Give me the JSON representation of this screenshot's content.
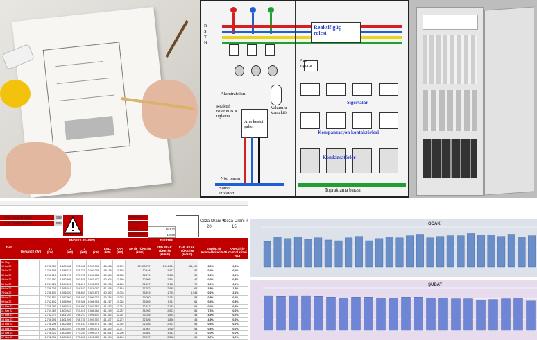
{
  "schematic": {
    "labels": {
      "reaktif_role": "Reaktif güç\nrolesi",
      "akim_trafolari": "Akımtrafoları",
      "reaktif_rolenin": "Reaktif\nrölenin B.K\nuglama",
      "vakumlu_kontaktor": "Vakumlu\nkontaktör",
      "ana_kesici": "Ana kesici\nşalter",
      "ana_sigorta": "Ana\nsigorta",
      "sigortalar": "Sigortalar",
      "kompanzasyon_kontaktorleri": "Kompanzasyon kontaktörleri",
      "kondansatorler": "Kondansatörler",
      "nm_barasi": "Nöu barası",
      "toprak_barasi": "Topraklama barası",
      "izolator": "Somet\nizolatoru",
      "phase_r": "R",
      "phase_s": "S",
      "phase_t": "T",
      "phase_n": "N"
    },
    "phase_colors": [
      "#d42020",
      "#1f5fd6",
      "#20a030"
    ]
  },
  "sheet": {
    "indukt_label": "Aylık Endüktif Oranı",
    "indukt_value": "3,8%",
    "kapas_label": "Aylık Kapasitif Oranı",
    "kapas_value": "0,8%",
    "abone_no": "ABONE NO:",
    "sayac_no": "SAYAÇ NO:",
    "donem": "DÖNEM:",
    "donem_value": "Haz 22",
    "hane": "HANE ÇARPANI",
    "hane_value": "10350",
    "ceza_label": "Ceza Oranı %",
    "ceza1": "20",
    "ceza2": "15",
    "endeks_header": "ENDEKS (İŞARET)",
    "tuketim_header": "TÜKETİM",
    "col_tarih": "Tarih",
    "col_demand": "Demand ( kW )",
    "col_t1": "T1\n(kW)",
    "col_t2": "T2\n(kW)",
    "col_t3": "T3\n(kW)",
    "col_t": "T\n(kW)",
    "col_end": "END.\n(kW)",
    "col_kap": "KAP.\n(kW)",
    "col_aktif": "AKTİF TÜKETİM\n(kWh)",
    "col_endr": "END.REAK.\nTÜKETİM\n(kVArh)",
    "col_kapr": "KAP. REAK.\nTÜKETİM\n(kVArh)",
    "col_endk": "ENDÜKTİF\nKontrol kriteri %15",
    "col_kapk": "KAPASİTİF\nKontrol kriteri %15",
    "rows": [
      [
        "31 May",
        "",
        "",
        "",
        "",
        "",
        "",
        ""
      ],
      [
        "1 Haz 22",
        "2.736.787",
        "1.609.482",
        "745.962",
        "3.957.398",
        "166.408",
        "43.574",
        "32.503,757",
        "1.944,684",
        "456,490",
        "3,6%",
        "0,8%"
      ],
      [
        "2 Haz 22",
        "2.738.809",
        "1.589.716",
        "751.271",
        "3.940.036",
        "159.115",
        "43.565",
        "30.448",
        "2.677",
        "52",
        "0,2%",
        "0,2%"
      ],
      [
        "3 Haz 22",
        "2.740.510",
        "1.591.790",
        "757.765",
        "3.944.858",
        "160.364",
        "42.580",
        "36.179",
        "2.635",
        "32",
        "0,3%",
        "0,2%"
      ],
      [
        "4 Haz 22",
        "2.742.192",
        "1.592.955",
        "760.576",
        "3.953.472",
        "160.804",
        "42.560",
        "30.956",
        "2.891",
        "42",
        "0,2%",
        "0,3%"
      ],
      [
        "5 Haz 22",
        "2.744.328",
        "1.594.591",
        "762.617",
        "3.961.595",
        "160.975",
        "42.569",
        "36.597",
        "3.152",
        "72",
        "0,2%",
        "0,2%"
      ],
      [
        "6 Haz 22",
        "2.746.301",
        "1.595.919",
        "764.542",
        "3.974.062",
        "161.496",
        "42.810",
        "37.972",
        "2.945",
        "68",
        "3,8%",
        "1,8%"
      ],
      [
        "7 Haz 22",
        "2.748.500",
        "1.596.320",
        "766.837",
        "3.987.875",
        "160.392",
        "43.034",
        "36.819",
        "1.778",
        "1.545",
        "0,2%",
        "2,1%"
      ],
      [
        "8 Haz 22",
        "2.750.557",
        "1.597.902",
        "768.450",
        "3.999.027",
        "160.784",
        "43.054",
        "39.050",
        "2.132",
        "83",
        "0,5%",
        "0,2%"
      ],
      [
        "9 Haz 22",
        "2.752.802",
        "1.598.904",
        "769.946",
        "4.008.951",
        "161.217",
        "43.254",
        "35.659",
        "1.911",
        "61",
        "0,4%",
        "0,3%"
      ],
      [
        "10 Haz 22",
        "2.755.780",
        "1.599.344",
        "764.930",
        "3.997.587",
        "161.513",
        "42.261",
        "32.617",
        "2.132",
        "65",
        "0,2%",
        "0,4%"
      ],
      [
        "11 Haz 22",
        "2.754.769",
        "1.600.447",
        "767.415",
        "3.988.464",
        "161.249",
        "42.257",
        "34.992",
        "2.623",
        "66",
        "7,6%",
        "0,2%"
      ],
      [
        "12 Haz 22",
        "2.752.770",
        "1.601.263",
        "768.210",
        "3.991.637",
        "161.312",
        "42.257",
        "33.025",
        "1.893",
        "43",
        "4,9%",
        "0,2%"
      ],
      [
        "13 Haz 22",
        "2.758.091",
        "1.601.926",
        "768.745",
        "3.993.957",
        "161.337",
        "42.272",
        "32.526",
        "1.856",
        "45",
        "4,9%",
        "0,2%"
      ],
      [
        "14 Haz 22",
        "2.756.296",
        "1.602.668",
        "769.140",
        "3.988.471",
        "161.166",
        "42.362",
        "31.626",
        "2.524",
        "54",
        "0,4%",
        "0,2%"
      ],
      [
        "15 Haz 22",
        "2.756.853",
        "1.603.397",
        "769.594",
        "3.989.571",
        "161.442",
        "42.371",
        "31.867",
        "1.910",
        "54",
        "0,4%",
        "0,2%"
      ],
      [
        "16 Haz 22",
        "2.761.022",
        "1.603.869",
        "770.239",
        "3.995.074",
        "161.651",
        "42.296",
        "33.661",
        "1.912",
        "71",
        "0,0%",
        "0,0%"
      ],
      [
        "17 Haz 22",
        "2.762.908",
        "1.604.528",
        "770.695",
        "4.001.035",
        "161.934",
        "42.296",
        "33.767",
        "2.238",
        "69",
        "3,7%",
        "0,2%"
      ],
      [
        "18 Haz 22",
        "2.764.639",
        "1.605.093",
        "771.010",
        "4.004.055",
        "162.043",
        "42.296",
        "32.875",
        "2.412",
        "73",
        "7,4%",
        "0,2%"
      ],
      [
        "19 Haz 22",
        "2.767.103",
        "1.607.077",
        "796.271",
        "4.012.022",
        "162.068",
        "42.296",
        "32.976",
        "1.997",
        "58",
        "6,1%",
        "0,2%"
      ]
    ],
    "colors": {
      "red": "#c00000",
      "band": "#f2dcdb",
      "yellow": "#ffff99"
    }
  },
  "chart_data": [
    {
      "type": "bar",
      "title": "OCAK",
      "values": [
        70,
        82,
        78,
        82,
        76,
        80,
        74,
        72,
        80,
        84,
        72,
        78,
        82,
        80,
        86,
        90,
        80,
        84,
        86,
        86,
        92,
        88,
        88,
        84,
        90,
        82,
        86
      ],
      "ylim": [
        0,
        110
      ],
      "bar_color": "#6a8fc8",
      "background": "#dde2ea"
    },
    {
      "type": "bar",
      "title": "ŞUBAT",
      "values": [
        90,
        88,
        90,
        90,
        88,
        86,
        84,
        86,
        86,
        84,
        84,
        86,
        86,
        84,
        84,
        82,
        82,
        78,
        80,
        82,
        84,
        76
      ],
      "ylim": [
        0,
        110
      ],
      "bar_color": "#6f86d6",
      "background": "#e6dcee"
    }
  ]
}
